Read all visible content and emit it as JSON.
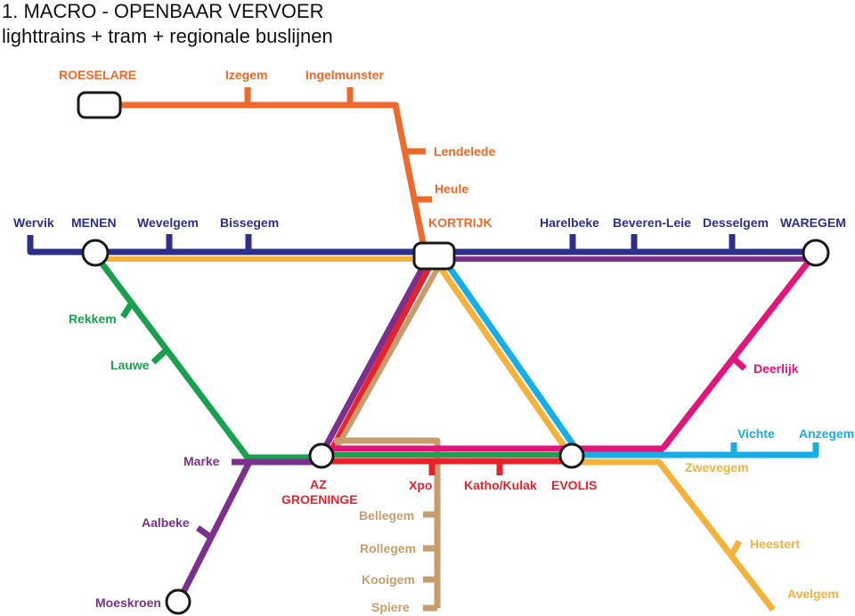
{
  "title": "1. MACRO - OPENBAAR VERVOER",
  "subtitle": "lighttrains + tram + regionale buslijnen",
  "colors": {
    "orange": "#ee6a2c",
    "navy": "#2e2f8b",
    "green": "#1aa150",
    "yellow": "#f4b23b",
    "purple": "#7d2f8e",
    "red": "#e7222b",
    "tan": "#c79d6b",
    "magenta": "#e4147b",
    "cyan": "#16aee5"
  },
  "stations": {
    "roeselare": "ROESELARE",
    "izegem": "Izegem",
    "ingelmunster": "Ingelmunster",
    "lendelede": "Lendelede",
    "heule": "Heule",
    "wervik": "Wervik",
    "menen": "MENEN",
    "wevelgem": "Wevelgem",
    "bissegem": "Bissegem",
    "kortrijk": "KORTRIJK",
    "harelbeke": "Harelbeke",
    "beveren": "Beveren-Leie",
    "desselgem": "Desselgem",
    "waregem": "WAREGEM",
    "rekkem": "Rekkem",
    "lauwe": "Lauwe",
    "deerlijk": "Deerlijk",
    "vichte": "Vichte",
    "anzegem": "Anzegem",
    "marke": "Marke",
    "zwevegem": "Zwevegem",
    "az_line1": "AZ",
    "az_line2": "GROENINGE",
    "xpo": "Xpo",
    "katho": "Katho/Kulak",
    "evolis": "EVOLIS",
    "aalbeke": "Aalbeke",
    "bellegem": "Bellegem",
    "rollegem": "Rollegem",
    "heestert": "Heestert",
    "kooigem": "Kooigem",
    "moeskroen": "Moeskroen",
    "spiere": "Spiere",
    "avelgem": "Avelgem"
  }
}
